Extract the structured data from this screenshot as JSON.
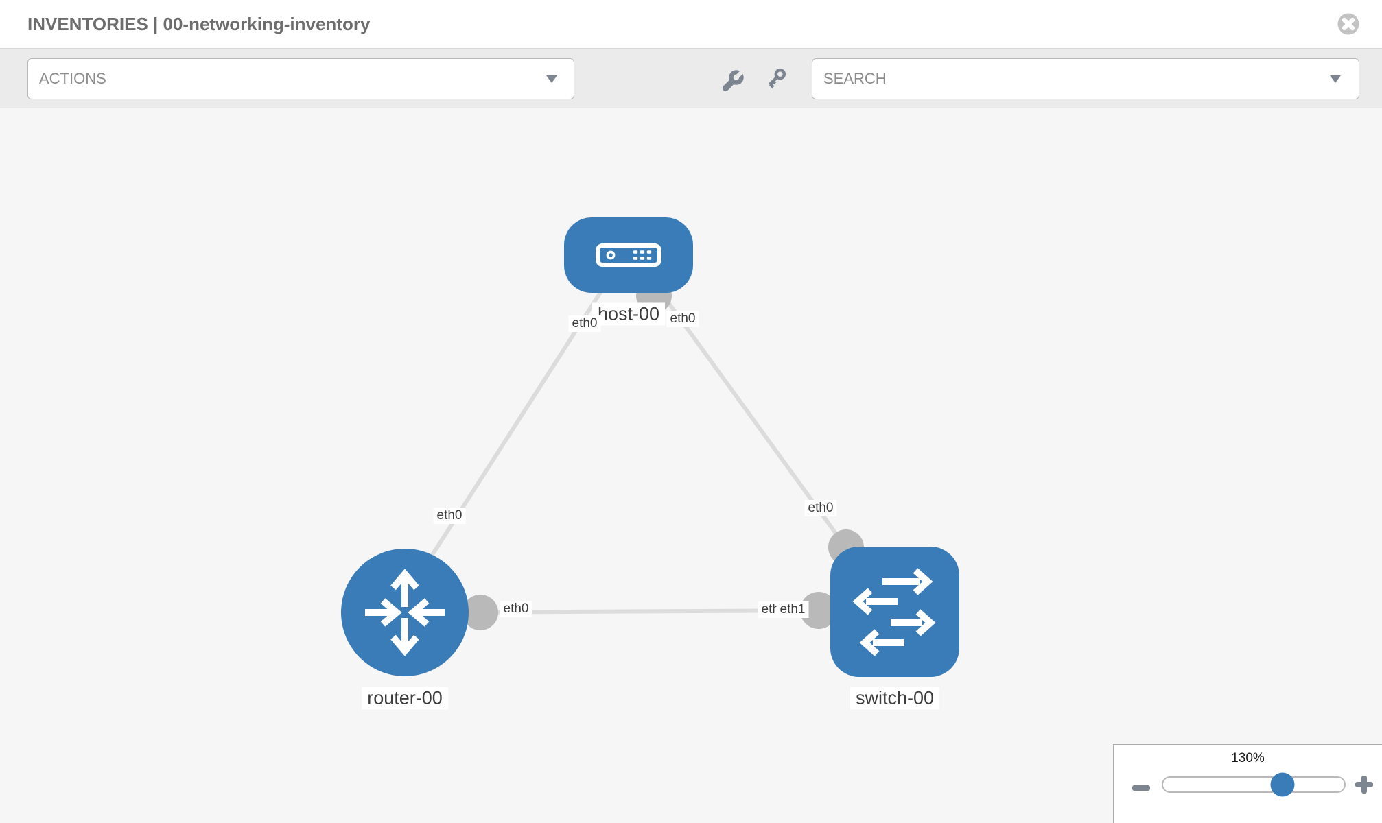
{
  "header": {
    "title": "INVENTORIES | 00-networking-inventory"
  },
  "toolbar": {
    "actions_label": "ACTIONS",
    "search_label": "SEARCH",
    "tools": [
      {
        "icon": "wrench-icon"
      },
      {
        "icon": "key-icon"
      }
    ]
  },
  "topology": {
    "nodes": [
      {
        "id": "host-00",
        "type": "host",
        "label": "host-00",
        "shape": "rounded-rect"
      },
      {
        "id": "router-00",
        "type": "router",
        "label": "router-00",
        "shape": "circle"
      },
      {
        "id": "switch-00",
        "type": "switch",
        "label": "switch-00",
        "shape": "rounded-square"
      }
    ],
    "links": [
      {
        "source": "host-00",
        "source_interface": "eth0",
        "target": "router-00",
        "target_interface": "eth0"
      },
      {
        "source": "host-00",
        "source_interface": "eth0",
        "target": "switch-00",
        "target_interface": "eth0"
      },
      {
        "source": "router-00",
        "source_interface": "eth0",
        "target": "switch-00",
        "target_interface": "eth1"
      }
    ],
    "interface_labels": [
      {
        "owner": "host-00",
        "text": "eth0"
      },
      {
        "owner": "host-00",
        "text": "eth0"
      },
      {
        "owner": "router-00",
        "text": "eth0"
      },
      {
        "owner": "router-00",
        "text": "eth0"
      },
      {
        "owner": "switch-00",
        "text": "eth0"
      },
      {
        "owner": "switch-00",
        "text": "eth0"
      },
      {
        "owner": "switch-00",
        "text": "eth1"
      }
    ]
  },
  "zoom_control": {
    "value": "130%",
    "minus_icon": "zoom-out",
    "plus_icon": "zoom-in"
  },
  "colors": {
    "node_fill": "#3a7cb8",
    "link": "#dcdcdc",
    "interface_dot": "#b9b9b9",
    "toolbar_bg": "#ebebeb",
    "canvas_bg": "#f6f6f6",
    "icon_gray": "#7d8591",
    "title_text": "#6d6d6d",
    "label_text": "#3d3d3d",
    "control_text": "#8c8c8c",
    "control_border": "#b9b9b9",
    "panel_border": "#ababab",
    "zoom_value_text": "#1a1a1a",
    "divider": "#d7d7d7",
    "close_icon": "#c3c3c3"
  }
}
